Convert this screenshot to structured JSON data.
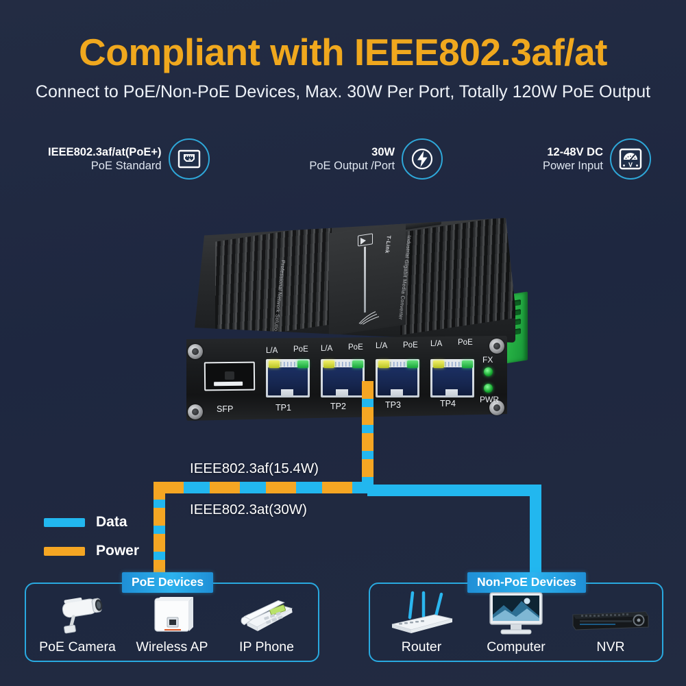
{
  "theme": {
    "background": "#1e2740",
    "headline_color": "#f0a81e",
    "data_color": "#22b7ef",
    "power_color": "#f5a623",
    "accent_border": "#29a9e0",
    "terminal_green": "#2fc04c"
  },
  "header": {
    "headline": "Compliant with IEEE802.3af/at",
    "subhead": "Connect to PoE/Non-PoE Devices, Max. 30W Per Port, Totally 120W PoE Output"
  },
  "features": [
    {
      "title": "IEEE802.3af/at(PoE+)",
      "sub": "PoE Standard",
      "icon": "rj45-poe-icon"
    },
    {
      "title": "30W",
      "sub": "PoE Output /Port",
      "icon": "lightning-bolt-icon"
    },
    {
      "title": "12-48V DC",
      "sub": "Power Input",
      "icon": "voltmeter-gauge-icon"
    }
  ],
  "device": {
    "top_label_right": "Industrial Gigabit Media Converter",
    "top_label_left": "Professional Network Solution",
    "brand": "T-Link",
    "pin_labels": [
      "L/A",
      "PoE",
      "L/A",
      "PoE",
      "L/A",
      "PoE",
      "L/A",
      "PoE"
    ],
    "port_labels": [
      "SFP",
      "TP1",
      "TP2",
      "TP3",
      "TP4"
    ],
    "indicators": [
      {
        "label": "FX"
      },
      {
        "label": "PWR"
      }
    ]
  },
  "cables": {
    "af_label": "IEEE802.3af(15.4W)",
    "at_label": "IEEE802.3at(30W)"
  },
  "legend": [
    {
      "label": "Data",
      "color": "#22b7ef"
    },
    {
      "label": "Power",
      "color": "#f5a623"
    }
  ],
  "groups": [
    {
      "badge": "PoE Devices",
      "items": [
        {
          "caption": "PoE Camera",
          "art": "bullet-camera-icon"
        },
        {
          "caption": "Wireless AP",
          "art": "access-point-icon"
        },
        {
          "caption": "IP Phone",
          "art": "desk-phone-icon"
        }
      ]
    },
    {
      "badge": "Non-PoE Devices",
      "items": [
        {
          "caption": "Router",
          "art": "wifi-router-icon"
        },
        {
          "caption": "Computer",
          "art": "desktop-monitor-icon"
        },
        {
          "caption": "NVR",
          "art": "nvr-recorder-icon"
        }
      ]
    }
  ]
}
